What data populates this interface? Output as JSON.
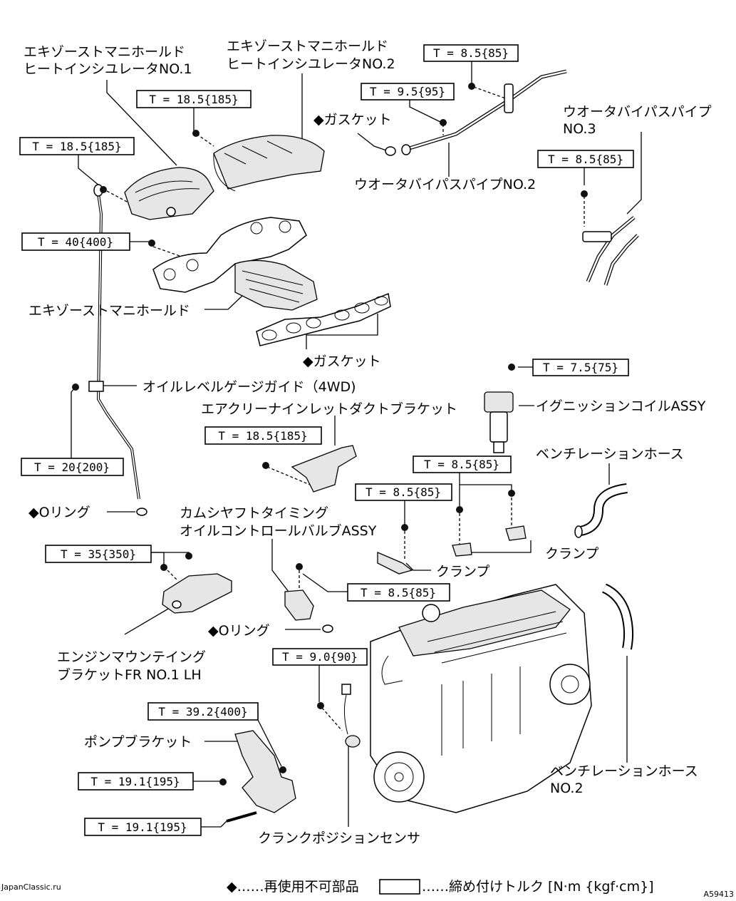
{
  "labels": {
    "exh_heat_ins_1_l1": "エキゾーストマニホールド",
    "exh_heat_ins_1_l2": "ヒートインシユレータNO.1",
    "exh_heat_ins_2_l1": "エキゾーストマニホールド",
    "exh_heat_ins_2_l2": "ヒートインシユレータNO.2",
    "gasket_top": "◆ガスケット",
    "water_bypass_2": "ウオータバイパスパイプNO.2",
    "water_bypass_3_l1": "ウオータバイパスパイプ",
    "water_bypass_3_l2": "NO.3",
    "exh_manifold": "エキゾーストマニホールド",
    "gasket_mid": "◆ガスケット",
    "oil_level_guide": "オイルレベルゲージガイド（4WD)",
    "air_duct_bracket": "エアクリーナインレットダクトブラケット",
    "ignition_coil": "イグニッションコイルASSY",
    "ventilation_hose": "ベンチレーションホース",
    "o_ring_1": "◆Oリング",
    "cam_ocv_l1": "カムシヤフトタイミング",
    "cam_ocv_l2": "オイルコントロールバルブASSY",
    "clamp_1": "クランプ",
    "clamp_2": "クランプ",
    "o_ring_2": "◆Oリング",
    "engine_mount_l1": "エンジンマウンテイング",
    "engine_mount_l2": "ブラケットFR NO.1 LH",
    "pump_bracket": "ポンプブラケット",
    "crank_sensor": "クランクポジションセンサ",
    "vent_hose_2_l1": "ベンチレーションホース",
    "vent_hose_2_l2": "NO.2"
  },
  "torques": {
    "t_heat1": "T = 18.5{185}",
    "t_heat2": "T = 18.5{185}",
    "t_bypass_top": "T = 8.5{85}",
    "t_bypass_2": "T = 9.5{95}",
    "t_bypass_3": "T = 8.5{85}",
    "t_manifold": "T = 40{400}",
    "t_ignition": "T = 7.5{75}",
    "t_oil_guide": "T = 20{200}",
    "t_air_duct": "T = 18.5{185}",
    "t_clamp_a": "T = 8.5{85}",
    "t_clamp_b": "T = 8.5{85}",
    "t_mount": "T = 35{350}",
    "t_ocv": "T = 8.5{85}",
    "t_crank": "T = 9.0{90}",
    "t_pump_top": "T = 39.2{400}",
    "t_pump_mid": "T = 19.1{195}",
    "t_pump_bot": "T = 19.1{195}"
  },
  "legend": {
    "non_reusable": "◆……再使用不可部品",
    "torque_spec": "……締め付けトルク [N·m {kgf·cm}]"
  },
  "footer": {
    "watermark": "JapanClassic.ru",
    "figure_code": "A59413"
  }
}
